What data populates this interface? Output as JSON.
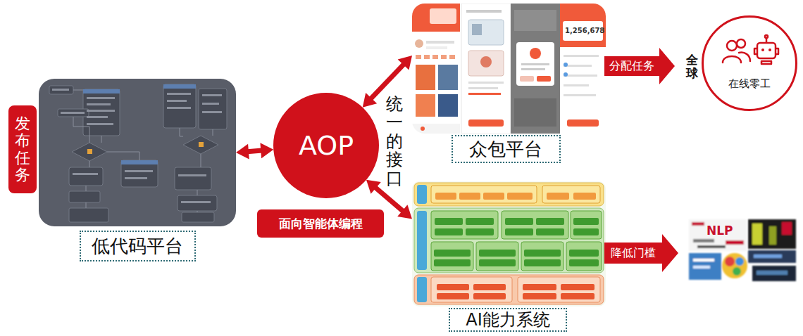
{
  "diagram": {
    "nodes": [
      {
        "text": [
          "发布任务"
        ]
      },
      {
        "text": [
          "低代码平台"
        ]
      },
      {
        "text": [
          "AOP"
        ]
      },
      {
        "text": [
          "众包平台"
        ]
      },
      {
        "text": [
          "在线零工"
        ]
      },
      {
        "text": [
          "AI能力系统"
        ]
      },
      {
        "text": [
          "面向智能体编程"
        ]
      },
      {
        "text": [
          "分配任务"
        ]
      },
      {
        "text": [
          "降低门槛"
        ]
      }
    ],
    "edges": [
      {
        "from": 1,
        "to": 2,
        "arrow": "both"
      },
      {
        "from": 2,
        "to": 3,
        "arrow": "both"
      },
      {
        "from": 2,
        "to": 5,
        "arrow": "both"
      }
    ],
    "labels": [
      "统一的接口",
      "全球",
      "1,256,678",
      "NLP"
    ]
  }
}
